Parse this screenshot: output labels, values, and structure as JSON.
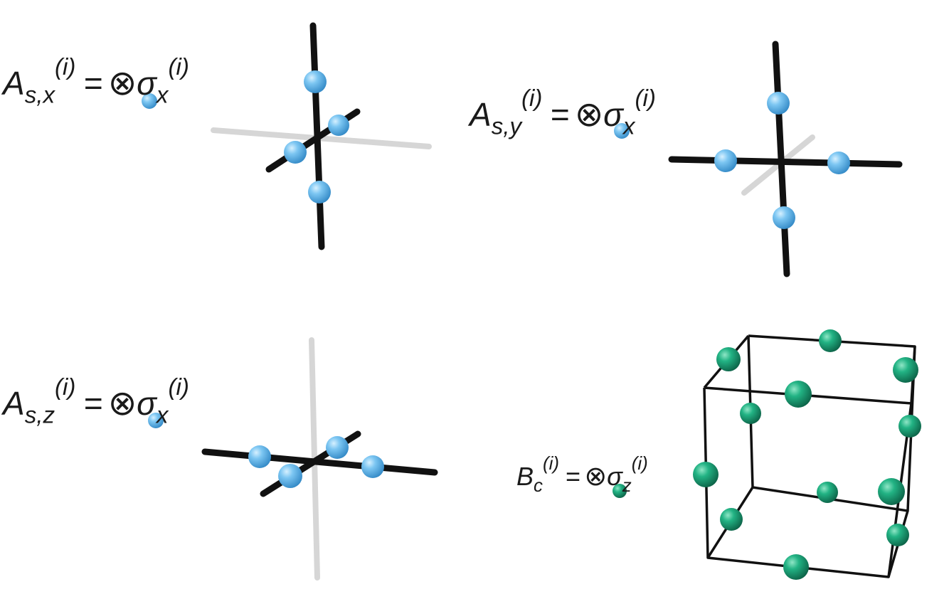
{
  "colors": {
    "qubit_blue": "#5fb7ec",
    "qubit_blue_highlight": "#bfe6ff",
    "qubit_blue_shadow": "#2f86c4",
    "qubit_green": "#1aa77a",
    "qubit_green_highlight": "#7fe0bd",
    "qubit_green_shadow": "#0e6d50",
    "edge_black": "#111111",
    "edge_gray": "#d6d6d6"
  },
  "operators": [
    {
      "id": "A_sx",
      "symbol": "A",
      "subscript": "s,x",
      "superscript": "(i)",
      "equals": "=",
      "product": "⊗",
      "pauli": "σ",
      "pauli_subscript": "x",
      "pauli_superscript": "(i)",
      "qubit_color": "blue"
    },
    {
      "id": "A_sy",
      "symbol": "A",
      "subscript": "s,y",
      "superscript": "(i)",
      "equals": "=",
      "product": "⊗",
      "pauli": "σ",
      "pauli_subscript": "x",
      "pauli_superscript": "(i)",
      "qubit_color": "blue"
    },
    {
      "id": "A_sz",
      "symbol": "A",
      "subscript": "s,z",
      "superscript": "(i)",
      "equals": "=",
      "product": "⊗",
      "pauli": "σ",
      "pauli_subscript": "x",
      "pauli_superscript": "(i)",
      "qubit_color": "blue"
    },
    {
      "id": "B_c",
      "symbol": "B",
      "subscript": "c",
      "superscript": "(i)",
      "equals": "=",
      "product": "⊗",
      "pauli": "σ",
      "pauli_subscript": "z",
      "pauli_superscript": "(i)",
      "qubit_color": "green"
    }
  ]
}
